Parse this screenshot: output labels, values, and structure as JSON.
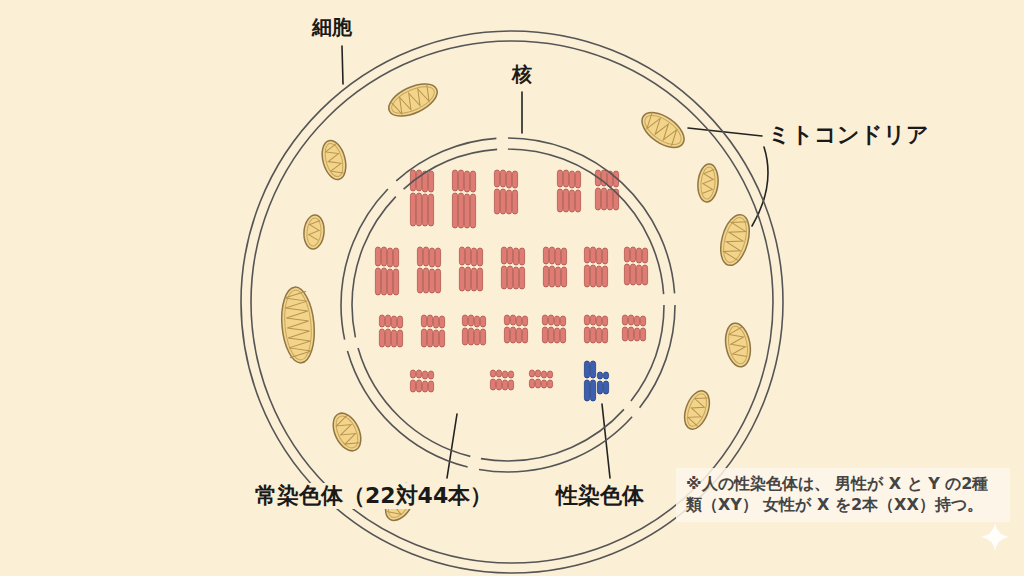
{
  "diagram": {
    "nodes": [
      {
        "text": [
          "細胞"
        ]
      },
      {
        "text": [
          "核"
        ],
        "in": 0
      },
      {
        "text": [
          "※人の性染色体は、 男性が X と Y の2種類（XY） 女性が X を2本（XX）持つ。"
        ]
      }
    ],
    "labels": [
      "ミトコンドリア",
      "常染色体（22対44本）",
      "性染色体"
    ]
  }
}
